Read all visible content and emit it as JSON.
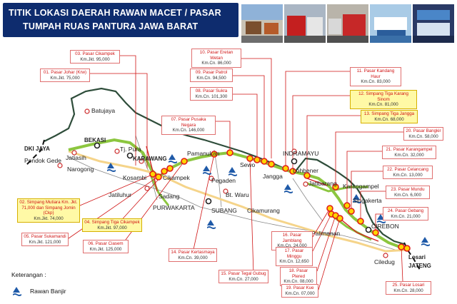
{
  "title": {
    "line1": "TITIK LOKASI DAERAH RAWAN MACET / PASAR",
    "line2": "TUMPAH RUAS PANTURA JAWA BARAT"
  },
  "colors": {
    "title_bg": "#0e2c6e",
    "road_main": "#8cc63f",
    "land_outline": "#2e4d3a",
    "marker_fill": "#ffd400",
    "marker_ring": "#e01b1b",
    "label_red": "#d01515",
    "highlight_yellow": "#fff9a6"
  },
  "locations": [
    {
      "num": "03.",
      "name": "Pasar Cikampek",
      "km": "Km.Jkt. 95,000"
    },
    {
      "num": "01.",
      "name": "Pasar Johar (Krw)",
      "km": "Km.Jkt. 75,000"
    },
    {
      "num": "10.",
      "name": "Pasar Eretan Wetan",
      "km": "Km.Cn. 86,000"
    },
    {
      "num": "09.",
      "name": "Pasar Patrol",
      "km": "Km.Cn. 94,500"
    },
    {
      "num": "08.",
      "name": "Pasar Sukra",
      "km": "Km.Cn. 101,300"
    },
    {
      "num": "11.",
      "name": "Pasar Kandang Haur",
      "km": "Km.Cn. 83,000"
    },
    {
      "num": "12.",
      "name": "Simpang Tiga Karang Sinom",
      "km": "Km.Cn. 81,000"
    },
    {
      "num": "13.",
      "name": "Simpang Tiga Jangga",
      "km": "Km.Cn. 68,000"
    },
    {
      "num": "07.",
      "name": "Pasar Pusaka Negara",
      "km": "Km.Cn. 146,000"
    },
    {
      "num": "20.",
      "name": "Pasar Bangkir",
      "km": "Km.Cn. 58,000"
    },
    {
      "num": "21.",
      "name": "Pasar Karangampel",
      "km": "Km.Cn. 32,000"
    },
    {
      "num": "22.",
      "name": "Pasar Celancang",
      "km": "Km.Cn. 13,000"
    },
    {
      "num": "23.",
      "name": "Pasar Mundu",
      "km": "Km.Cn. 6,000"
    },
    {
      "num": "24.",
      "name": "Pasar Gebang",
      "km": "Km.Cn. 21,000"
    },
    {
      "num": "25.",
      "name": "Pasar Losari",
      "km": "Km.Cn. 28,000"
    },
    {
      "num": "02.",
      "name": "Simpang Mutiara Km. Jkt. 71,000 dan Simpang Jomin (Ckp)",
      "km": "Km.Jkt. 74,000"
    },
    {
      "num": "04.",
      "name": "Simpang  Tiga Cikampek",
      "km": "Km.Jkt. 97,000"
    },
    {
      "num": "05.",
      "name": "Pasar Sukamandi",
      "km": "Km.Jkt. 121,000"
    },
    {
      "num": "06.",
      "name": "Pasar Ciasem",
      "km": "Km.Jkt. 125,000"
    },
    {
      "num": "14.",
      "name": "Pasar Kertasmaya",
      "km": "Km.Cn. 39,000"
    },
    {
      "num": "15.",
      "name": "Pasar Tegal Gubug",
      "km": "Km.Cn. 27,000"
    },
    {
      "num": "16.",
      "name": "Pasar Jamblang",
      "km": "Km.Cn. 24,000"
    },
    {
      "num": "17.",
      "name": "Pasar Minggu",
      "km": "Km.Cn. 12,650"
    },
    {
      "num": "18.",
      "name": "Pasar Plered",
      "km": "Km.Cn. 08,000"
    },
    {
      "num": "19.",
      "name": "Pasar Kue",
      "km": "Km.Cn. 07,000"
    }
  ],
  "places": {
    "dki_jaya": "DKI JAYA",
    "pondok_gede": "Pondok Gede",
    "jatiasih": "Jatiasih",
    "narogong": "Narogong",
    "bekasi": "BEKASI",
    "batujaya": "Batujaya",
    "tj_pura": "Tj. Pura",
    "karawang": "KARAWANG",
    "kosambi": "Kosambi",
    "cikampek": "Cikampek",
    "jatiluhur": "Jatiluhur",
    "sadang": "Sadang",
    "purwakarta": "PURWAKARTA",
    "pamanukan": "Pamanukan",
    "pegaden": "Pegaden",
    "bt_waru": "Bt. Waru",
    "subang": "SUBANG",
    "cikamurang": "Cikamurang",
    "sewo": "Sewo",
    "jangga": "Jangga",
    "indramayu": "INDRAMAYU",
    "lohbener": "Lohbener",
    "jatibarang": "Jatibarang",
    "karangampel": "Karangampel",
    "singakerta": "Singakerta",
    "palimanan": "Palimanan",
    "cirebon": "CIREBON",
    "losari": "Losari",
    "jateng": "JATENG",
    "ciledug": "Ciledug"
  },
  "legend": {
    "title": "Keterangan :",
    "flood_label": "Rawan Banjir",
    "flood_icon": "flood-icon"
  }
}
